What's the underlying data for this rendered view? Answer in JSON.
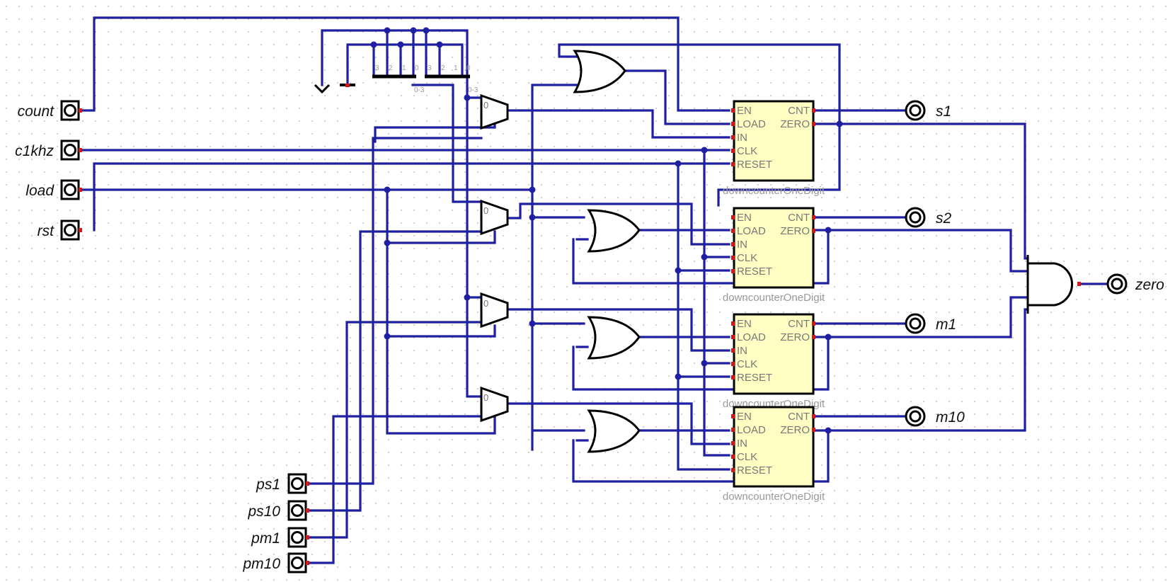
{
  "inputs": {
    "count": "count",
    "c1khz": "c1khz",
    "load": "load",
    "rst": "rst",
    "ps1": "ps1",
    "ps10": "ps10",
    "pm1": "pm1",
    "pm10": "pm10"
  },
  "outputs": {
    "s1": "s1",
    "s2": "s2",
    "m1": "m1",
    "m10": "m10",
    "zero": "zero"
  },
  "counter": {
    "name": "downcounterOneDigit",
    "ports": {
      "en": "EN",
      "load": "LOAD",
      "in": "IN",
      "clk": "CLK",
      "reset": "RESET",
      "cnt": "CNT",
      "zero": "ZERO"
    }
  },
  "mux": {
    "select_label": "0"
  },
  "splitter": {
    "bits": [
      "3",
      "2",
      "1",
      "0"
    ],
    "range": "0-3"
  },
  "colors": {
    "wire": "#1f1fa3",
    "pin": "#d01818",
    "component": "#ffffc4"
  }
}
